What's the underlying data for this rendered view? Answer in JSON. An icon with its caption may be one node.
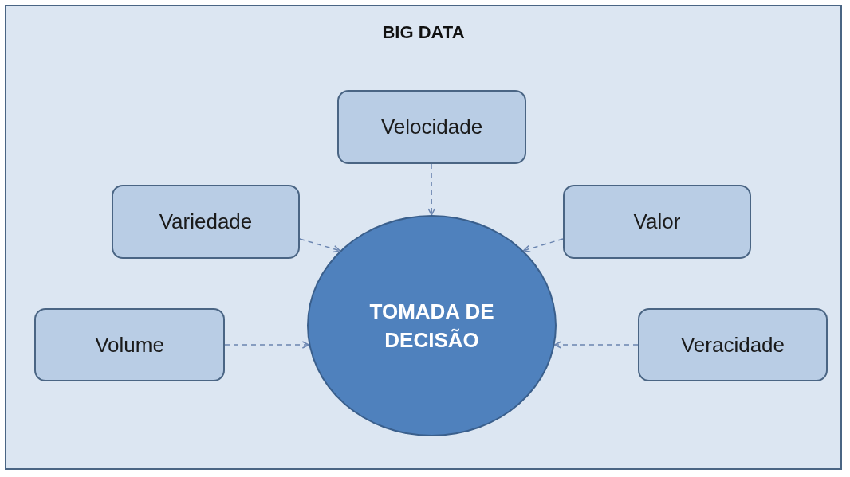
{
  "diagram": {
    "nodes": [
      {
        "text": [
          "BIG DATA"
        ]
      },
      {
        "text": [
          "Velocidade"
        ],
        "in": 0
      },
      {
        "text": [
          "Variedade"
        ],
        "in": 0
      },
      {
        "text": [
          "Valor"
        ],
        "in": 0
      },
      {
        "text": [
          "Volume"
        ],
        "in": 0
      },
      {
        "text": [
          "TOMADA DE DECISÃO"
        ],
        "in": 0
      },
      {
        "text": [
          "Veracidade"
        ],
        "in": 0
      }
    ],
    "edges": [
      {
        "from": 1,
        "to": 5,
        "arrow": "to",
        "style": "dashed"
      },
      {
        "from": 2,
        "to": 5,
        "arrow": "to",
        "style": "dashed"
      },
      {
        "from": 3,
        "to": 5,
        "arrow": "to",
        "style": "dashed"
      },
      {
        "from": 4,
        "to": 5,
        "arrow": "to",
        "style": "dashed"
      },
      {
        "from": 6,
        "to": 5,
        "arrow": "to",
        "style": "dashed"
      }
    ]
  }
}
